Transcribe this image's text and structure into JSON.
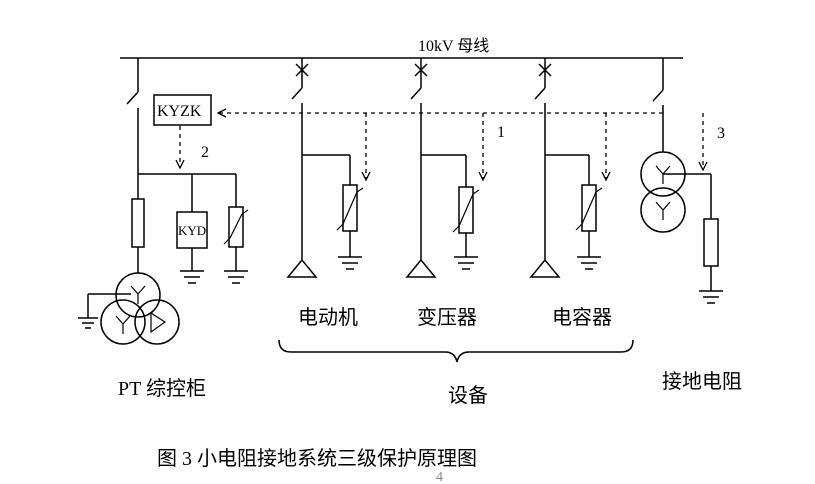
{
  "bus_label": "10kV 母线",
  "controller_label": "KYZK",
  "kyd_label": "KYD",
  "markers": {
    "one": "1",
    "two": "2",
    "three": "3"
  },
  "devices": [
    {
      "label": "电动机"
    },
    {
      "label": "变压器"
    },
    {
      "label": "电容器"
    }
  ],
  "pt_label": "PT 综控柜",
  "group_label": "设备",
  "resistor_label": "接地电阻",
  "caption": "图 3  小电阻接地系统三级保护原理图",
  "page_number": "4"
}
